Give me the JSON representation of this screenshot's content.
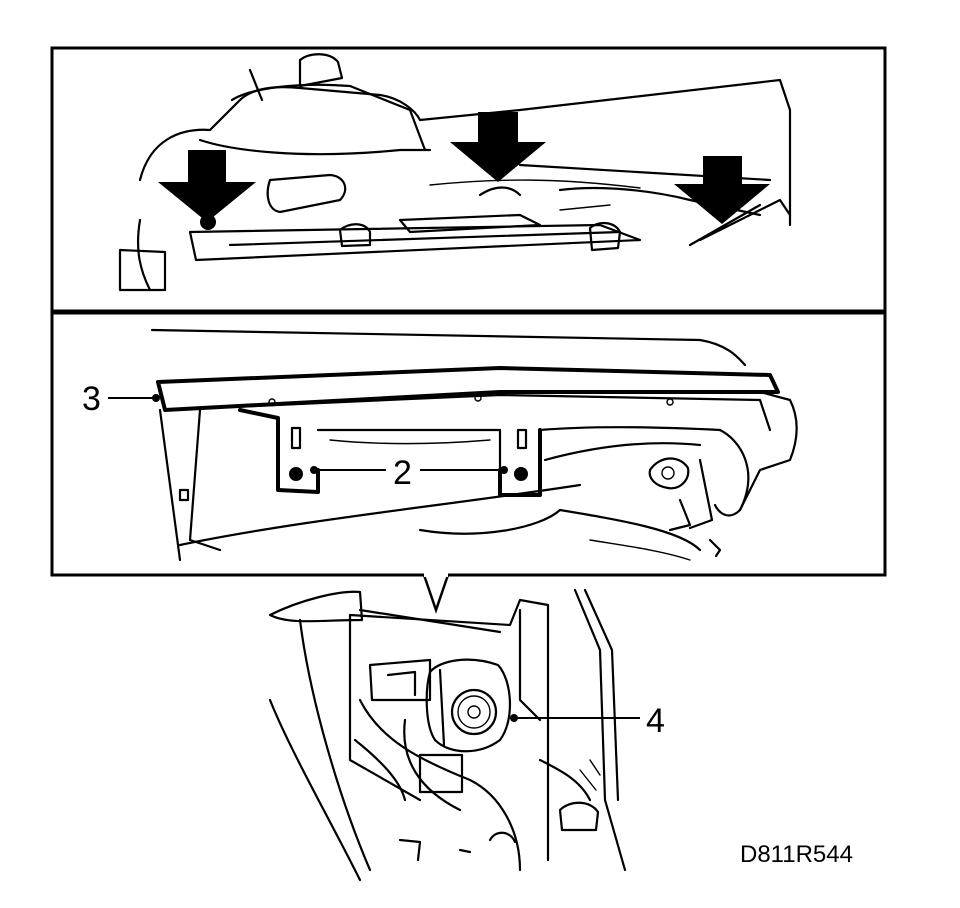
{
  "figure": {
    "id_label": "D811R544",
    "callouts": {
      "c2": "2",
      "c3": "3",
      "c4": "4"
    }
  }
}
